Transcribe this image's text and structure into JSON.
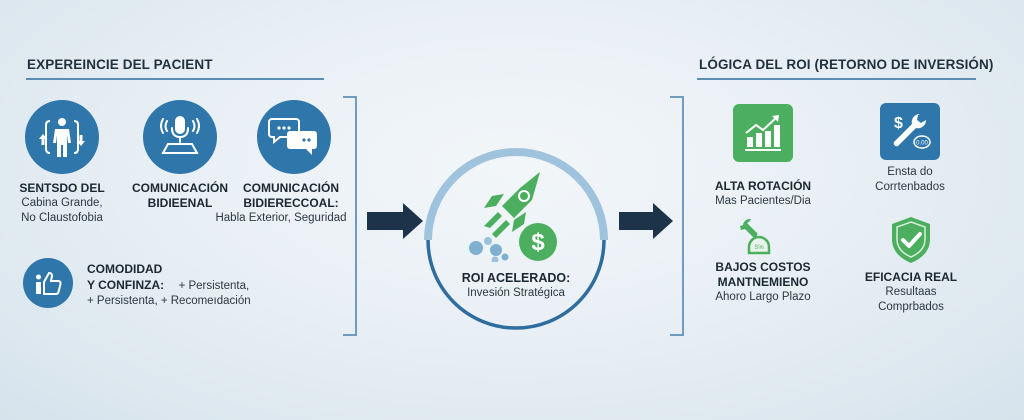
{
  "left_section": {
    "title": "EXPEREINCIE DEL PACIENT",
    "items": [
      {
        "icon": "person-space-icon",
        "title": "SENTSDO DEL",
        "lines": [
          "Cabina Grande,",
          "No Claustofobia"
        ]
      },
      {
        "icon": "microphone-icon",
        "title_lines": [
          "COMUNICACIÓN",
          "BIDIEENAL"
        ]
      },
      {
        "icon": "chat-bubbles-icon",
        "title_lines": [
          "COMUNICACIÓN",
          "BIDIERECCOAL:"
        ],
        "sub": "Habla Exterior, Seguridad"
      }
    ],
    "comfort": {
      "icon": "thumbs-up-icon",
      "title_1": "COMODIDAD",
      "title_2": "Y CONFINZA:",
      "inline": "+ Persistenta,",
      "line_3": "+ Persistenta, + Recomeıdación"
    }
  },
  "center": {
    "title": "ROI ACELERADO:",
    "sub": "Invesión Stratégica",
    "icon": "rocket-dollar-icon"
  },
  "right_section": {
    "title": "LÓGICA DEL ROI (RETORNO DE INVERSIÓN)",
    "items": [
      {
        "icon": "growth-chart-icon",
        "title": "ALTA ROTACIÓN",
        "sub": "Mas Pacientes/Dia"
      },
      {
        "icon": "wrench-dollar-icon",
        "lines": [
          "Ensta do",
          "Corrtenbados"
        ]
      },
      {
        "icon": "wrench-savings-icon",
        "title_lines": [
          "BAJOS COSTOS",
          "MANTNEMIENO"
        ],
        "sub": "Ahoro Largo Plazo"
      },
      {
        "icon": "shield-check-icon",
        "title": "EFICACIA REAL",
        "lines": [
          "Resultaas",
          "Comprbados"
        ]
      }
    ]
  },
  "colors": {
    "primary_blue": "#2f76ab",
    "green": "#4caf5f",
    "dark_navy": "#1c3349",
    "light_arc": "#9fc3dd",
    "dark_arc": "#2f6d9e"
  }
}
